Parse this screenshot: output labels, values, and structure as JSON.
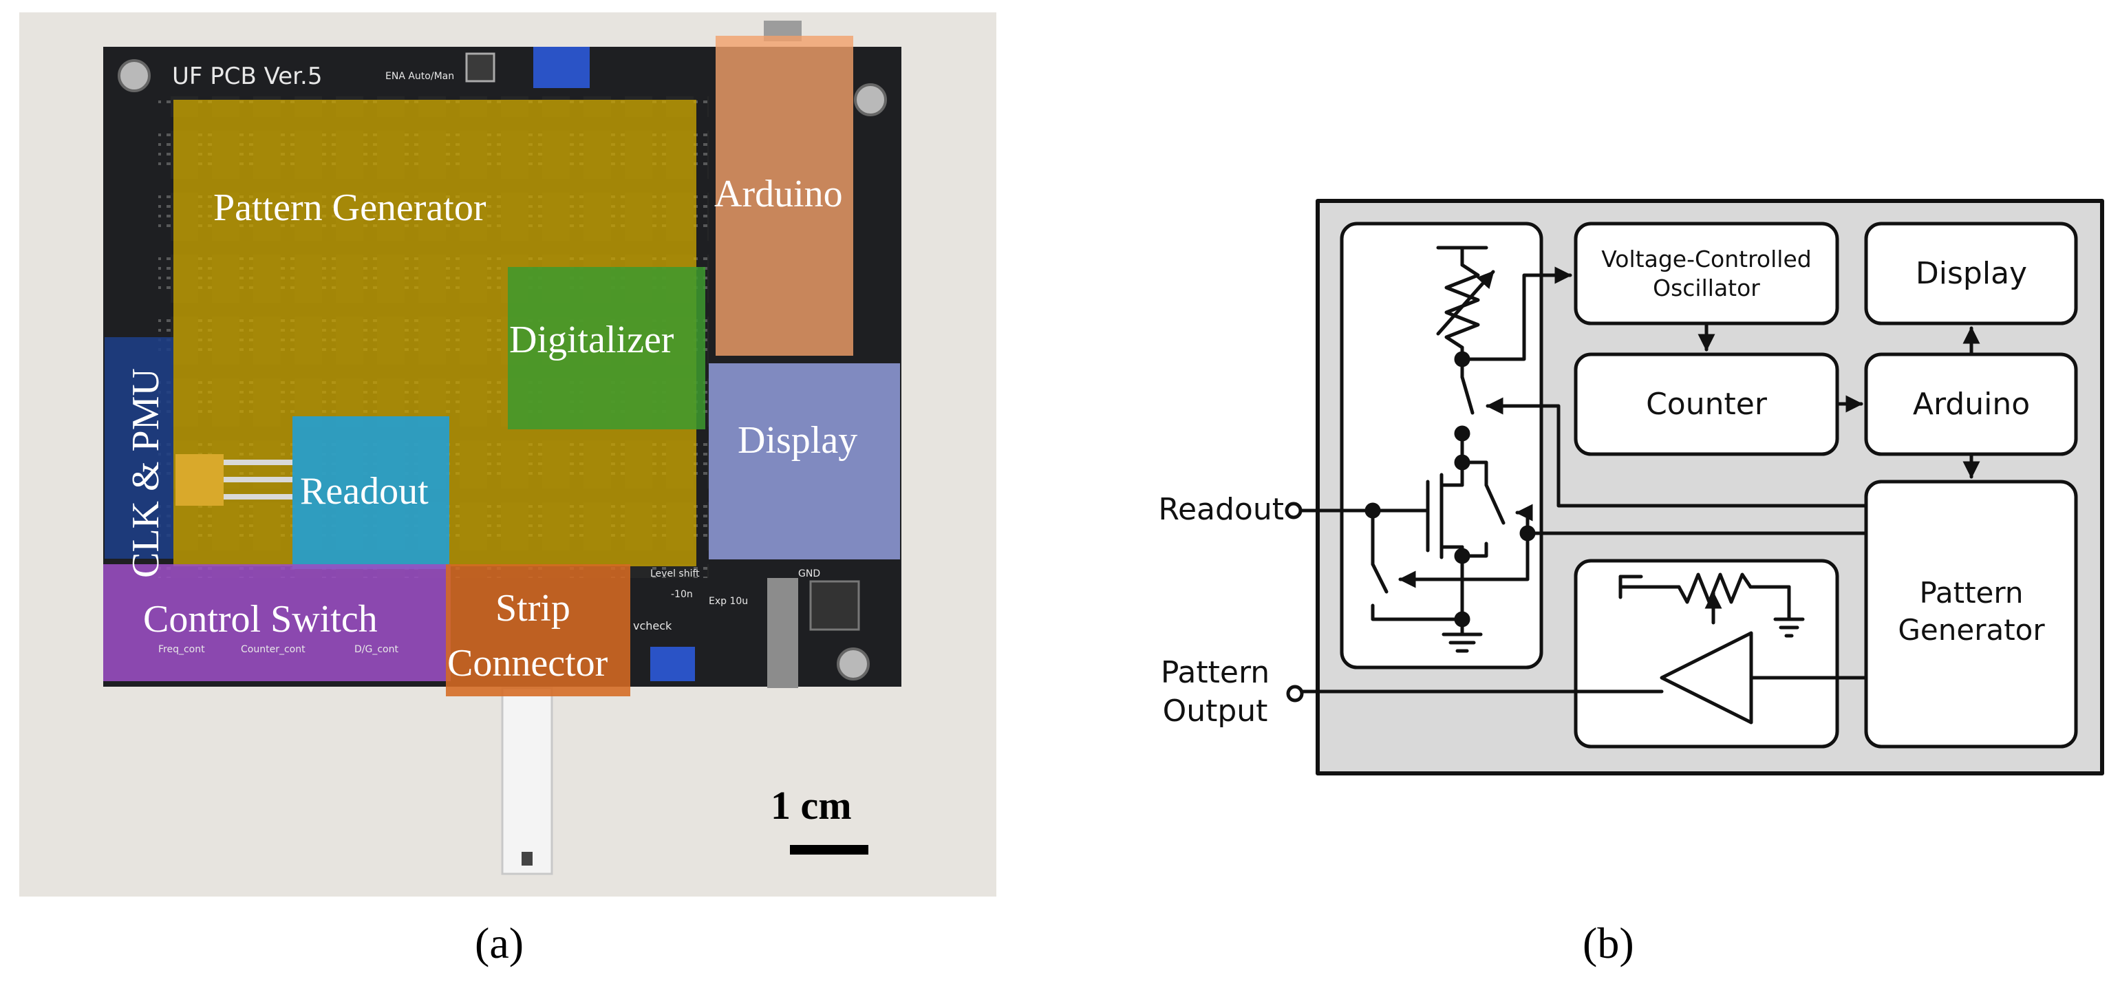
{
  "panel_a": {
    "board_silkscreen_title": "UF PCB Ver.5",
    "board_switch_label": "ENA Auto/Man",
    "board_level_shift": "Level shift",
    "board_10n": "-10n",
    "board_exp": "Exp 10u",
    "board_vcheck": "vcheck",
    "board_gnd": "GND",
    "board_freq": "Freq_cont",
    "board_counter": "Counter_cont",
    "board_dg": "D/G_cont",
    "regions": {
      "pattern_generator": "Pattern Generator",
      "arduino": "Arduino",
      "digitalizer": "Digitalizer",
      "display": "Display",
      "readout": "Readout",
      "clk_pmu": "CLK & PMU",
      "control_switch": "Control Switch",
      "strip_connector_line1": "Strip",
      "strip_connector_line2": "Connector"
    },
    "region_colors": {
      "pattern_generator": "#c9a400",
      "arduino": "#f2a06a",
      "digitalizer": "#3d9a2e",
      "display": "#8e9ad6",
      "readout": "#1f9fd8",
      "clk_pmu": "#1e3f86",
      "control_switch": "#9b4fc3",
      "strip_connector": "#d56a22"
    },
    "scale_bar_label": "1 cm",
    "caption": "(a)"
  },
  "panel_b": {
    "blocks": {
      "vco_line1": "Voltage-Controlled",
      "vco_line2": "Oscillator",
      "display": "Display",
      "counter": "Counter",
      "arduino": "Arduino",
      "pattern_generator_line1": "Pattern",
      "pattern_generator_line2": "Generator"
    },
    "ports": {
      "readout": "Readout",
      "pattern_output_line1": "Pattern",
      "pattern_output_line2": "Output"
    },
    "colors": {
      "enclosure": "#d9d9d9",
      "block_fill": "#ffffff",
      "stroke": "#111111"
    },
    "caption": "(b)"
  }
}
